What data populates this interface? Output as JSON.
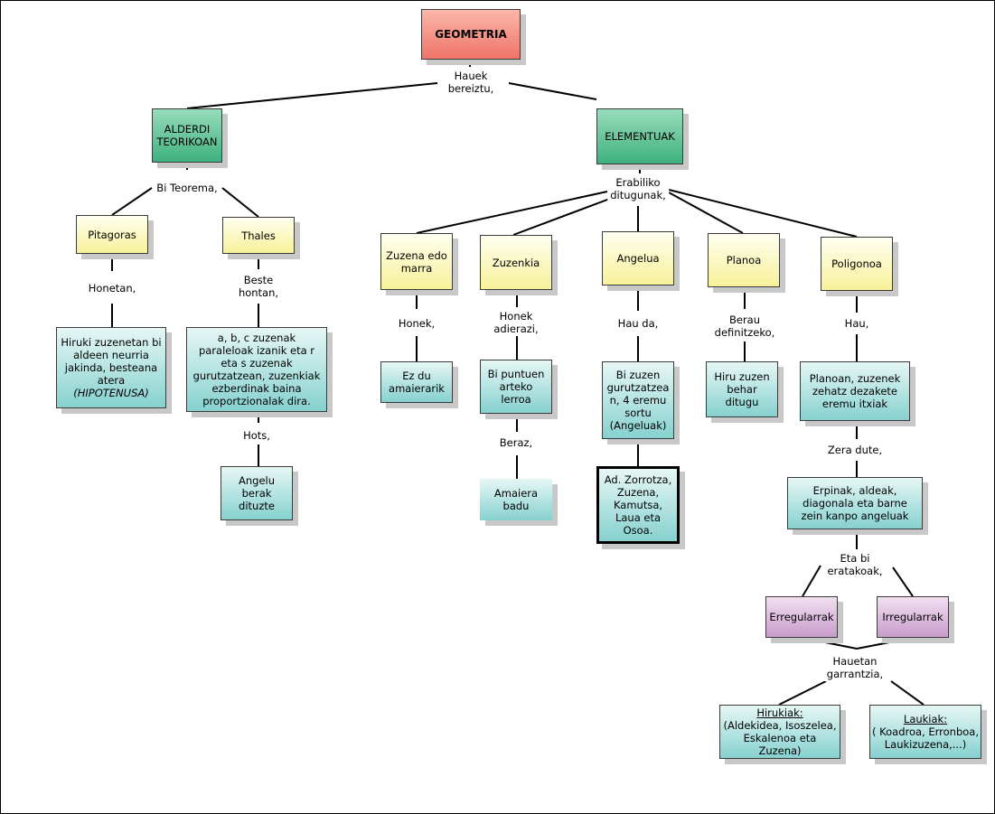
{
  "nodes": {
    "geometria": "GEOMETRIA",
    "alderdi": [
      "ALDERDI",
      "TEORIKOAN"
    ],
    "elementuak": "ELEMENTUAK",
    "pitagoras": "Pitagoras",
    "thales": "Thales",
    "pitagoras_desc": [
      "Hiruki zuzenetan bi",
      "aldeen neurria",
      "jakinda, besteana",
      "atera"
    ],
    "pitagoras_desc_italic": "(HIPOTENUSA)",
    "thales_desc": [
      "a, b, c zuzenak",
      "paraleloak izanik eta r",
      "eta s zuzenak",
      "gurutzatzean, zuzenkiak",
      "ezberdinak baina",
      "proportzionalak dira."
    ],
    "angelu_berak": [
      "Angelu berak",
      "dituzte"
    ],
    "zuzena": [
      "Zuzena edo",
      "marra"
    ],
    "zuzenkia": "Zuzenkia",
    "angelua": "Angelua",
    "planoa": "Planoa",
    "poligonoa": "Poligonoa",
    "ez_du": [
      "Ez du",
      "amaierarik"
    ],
    "bi_puntuen": [
      "Bi puntuen",
      "arteko",
      "lerroa"
    ],
    "amaiera_badu": [
      "Amaiera",
      "badu"
    ],
    "bi_zuzen": [
      "Bi zuzen",
      "gurutzatzea",
      "n, 4 eremu",
      "sortu",
      "(Angeluak)"
    ],
    "ad": [
      "Ad. Zorrotza,",
      "Zuzena,",
      "Kamutsa,",
      "Laua eta",
      "Osoa."
    ],
    "hiru_zuzen": [
      "Hiru zuzen",
      "behar",
      "ditugu"
    ],
    "planoan": [
      "Planoan, zuzenek",
      "zehatz dezakete",
      "eremu itxiak"
    ],
    "erpinak": [
      "Erpinak, aldeak,",
      "diagonala eta barne",
      "zein kanpo angeluak"
    ],
    "erregularrak": "Erregularrak",
    "irregularrak": "Irregularrak",
    "hirukiak_title": "Hirukiak:",
    "hirukiak": [
      "(Aldekidea, Isoszelea,",
      "Eskalenoa eta",
      "Zuzena)"
    ],
    "laukiak_title": "Laukiak:",
    "laukiak": [
      "( Koadroa, Erronboa,",
      "Laukizuzena,...)"
    ]
  },
  "labels": {
    "hauek": [
      "Hauek",
      "bereiztu,"
    ],
    "bi_teorema": "Bi Teorema,",
    "erabiliko": [
      "Erabiliko",
      "ditugunak,"
    ],
    "honetan": "Honetan,",
    "beste": [
      "Beste",
      "hontan,"
    ],
    "hots": "Hots,",
    "honek": "Honek,",
    "honek_adierazi": [
      "Honek",
      "adierazi,"
    ],
    "beraz": "Beraz,",
    "hau_da": "Hau da,",
    "berau": [
      "Berau",
      "definitzeko,"
    ],
    "hau": "Hau,",
    "zera_dute": "Zera dute,",
    "eta_bi": [
      "Eta bi",
      "eratakoak,"
    ],
    "hauetan": [
      "Hauetan",
      "garrantzia,"
    ]
  }
}
